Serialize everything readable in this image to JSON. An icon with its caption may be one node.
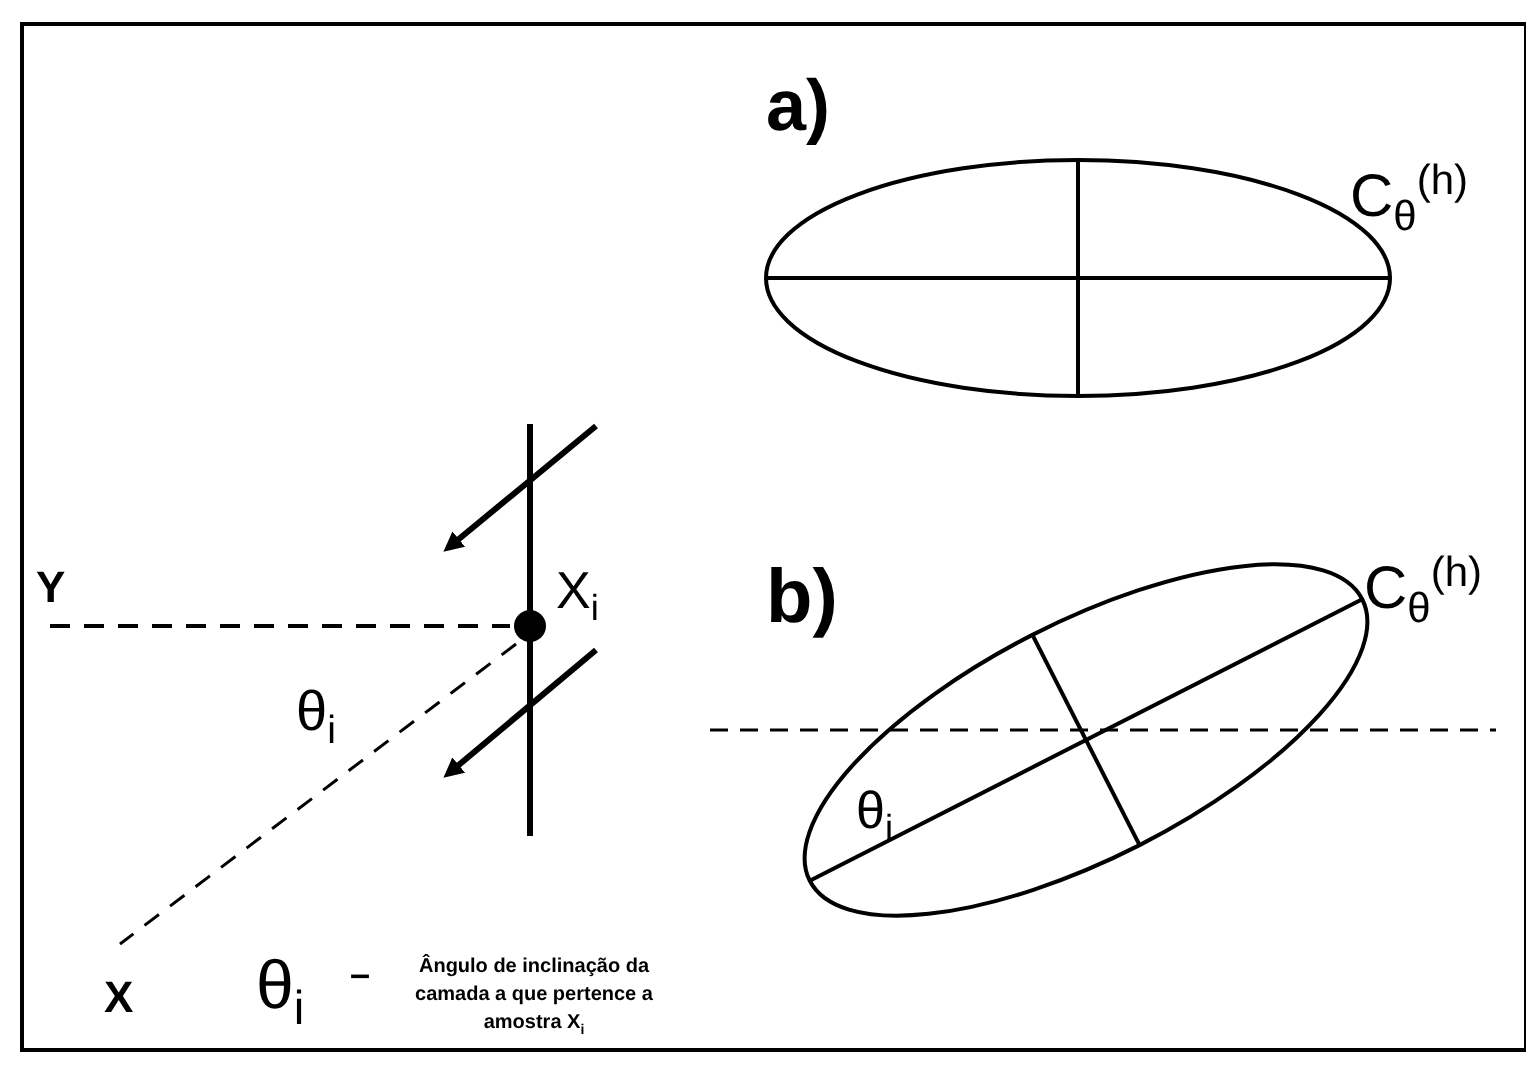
{
  "diagram": {
    "labels": [
      "a)",
      "C$_{θ}$$^{(h)}$",
      "Y",
      "X$_{i}$",
      "b)",
      "C$_{θ}$$^{(h)}$",
      "θ$_{i}$",
      "θ$_{i}$",
      "X",
      "θ$_{i}$",
      "–",
      "Ângulo de inclinação da camada a que pertence a amostra X$_{i}$"
    ]
  }
}
